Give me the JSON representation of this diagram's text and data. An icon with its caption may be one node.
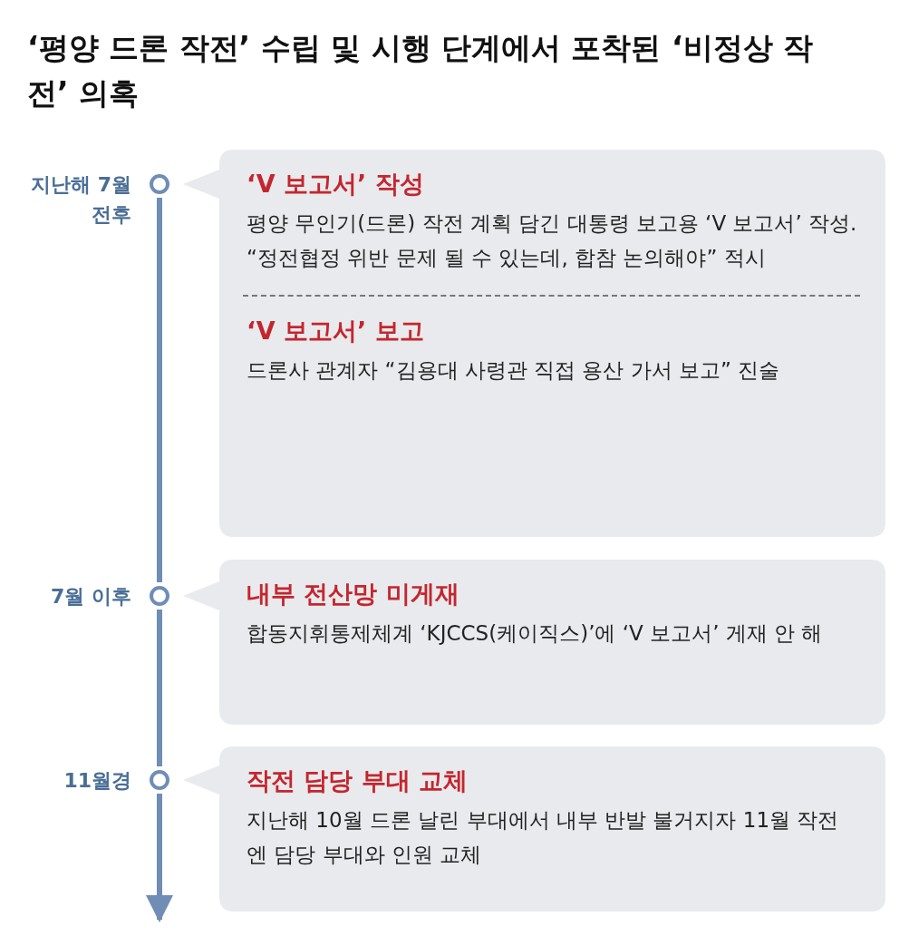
{
  "diagram": {
    "title": "‘평양 드론 작전’ 수립 및 시행 단계에서 포착된 ‘비정상 작전’ 의혹",
    "nodes": [
      {
        "text": [],
        "shape": "circle",
        "beside": [
          "지난해 7월 전후"
        ]
      },
      {
        "text": [
          "‘V 보고서’ 작성",
          "평양 무인기(드론) 작전 계획 담긴 대통령 보고용 ‘V 보고서’ 작성. “정전협정 위반 문제 될 수 있는데, 합참 논의해야” 적시",
          "‘V 보고서’ 보고",
          "드론사 관계자 “김용대 사령관 직접 용산 가서 보고” 진술"
        ]
      },
      {
        "text": [],
        "shape": "circle",
        "beside": [
          "7월 이후"
        ]
      },
      {
        "text": [
          "내부 전산망 미게재",
          "합동지휘통제체계 ‘KJCCS(케이직스)’에 ‘V 보고서’ 게재 안 해"
        ]
      },
      {
        "text": [],
        "shape": "circle",
        "beside": [
          "11월경"
        ]
      },
      {
        "text": [
          "작전 담당 부대 교체",
          "지난해 10월 드론 날린 부대에서 내부 반발 불거지자 11월 작전엔 담당 부대와 인원 교체"
        ]
      }
    ],
    "edges": [
      {
        "from": 0,
        "to": 2,
        "arrow": "none"
      },
      {
        "from": 2,
        "to": 4,
        "arrow": "none"
      },
      {
        "from": 4,
        "to": null,
        "arrow": "to"
      }
    ]
  }
}
